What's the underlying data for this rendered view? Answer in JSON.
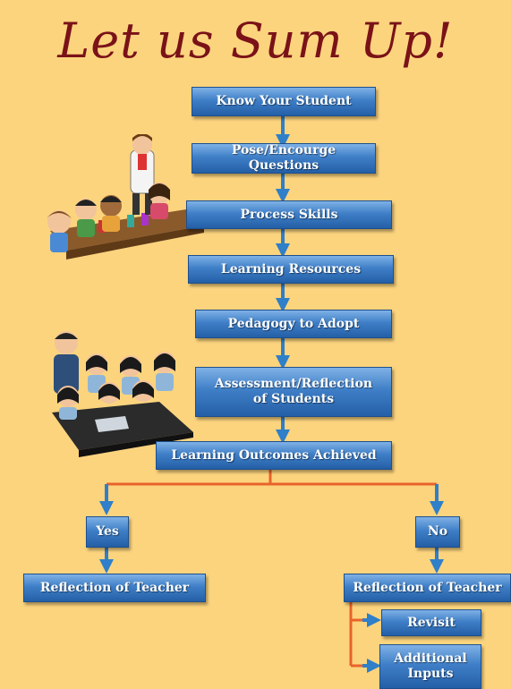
{
  "title": "Let us Sum Up!",
  "flow": {
    "know": "Know Your Student",
    "pose": "Pose/Encourge Questions",
    "process": "Process Skills",
    "resources": "Learning Resources",
    "pedagogy": "Pedagogy to Adopt",
    "assessment_line1": "Assessment/Reflection",
    "assessment_line2": "of Students",
    "outcomes": "Learning Outcomes Achieved"
  },
  "branches": {
    "yes": "Yes",
    "no": "No",
    "yes_reflection": "Reflection of Teacher",
    "no_reflection": "Reflection of Teacher",
    "revisit": "Revisit",
    "additional_line1": "Additional",
    "additional_line2": "Inputs"
  },
  "colors": {
    "background": "#fcd47e",
    "title": "#7a1218",
    "box": "#3f7fc7",
    "arrow": "#2f7fc9",
    "branch_line": "#e8632a"
  }
}
